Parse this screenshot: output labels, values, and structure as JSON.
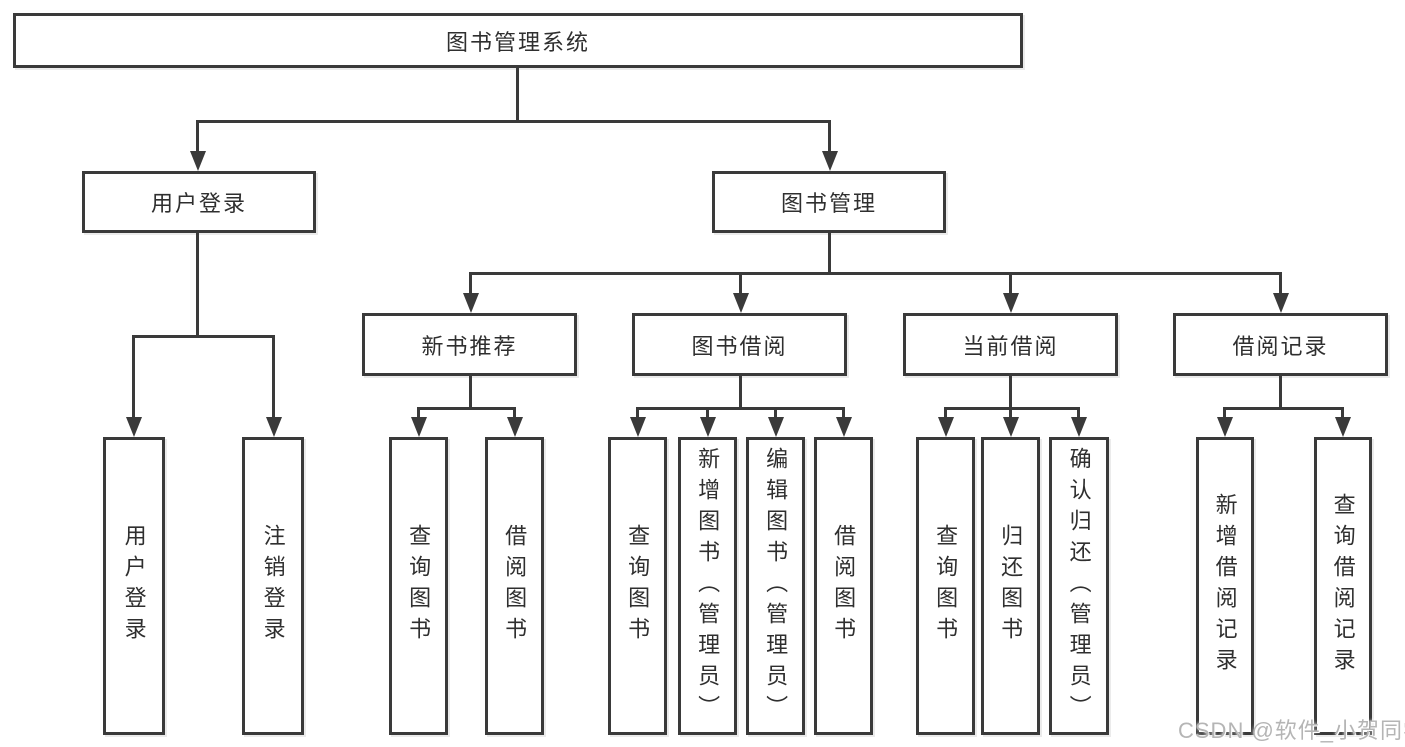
{
  "tree": {
    "root": {
      "label": "图书管理系统"
    },
    "branches": [
      {
        "label": "用户登录",
        "leaves": [
          {
            "label": "用户登录"
          },
          {
            "label": "注销登录"
          }
        ]
      },
      {
        "label": "图书管理",
        "groups": [
          {
            "label": "新书推荐",
            "leaves": [
              {
                "label": "查询图书"
              },
              {
                "label": "借阅图书"
              }
            ]
          },
          {
            "label": "图书借阅",
            "leaves": [
              {
                "label": "查询图书"
              },
              {
                "label": "新增图书（管理员）"
              },
              {
                "label": "编辑图书（管理员）"
              },
              {
                "label": "借阅图书"
              }
            ]
          },
          {
            "label": "当前借阅",
            "leaves": [
              {
                "label": "查询图书"
              },
              {
                "label": "归还图书"
              },
              {
                "label": "确认归还（管理员）"
              }
            ]
          },
          {
            "label": "借阅记录",
            "leaves": [
              {
                "label": "新增借阅记录"
              },
              {
                "label": "查询借阅记录"
              }
            ]
          }
        ]
      }
    ]
  },
  "watermark": {
    "text": "CSDN @软件_小贺同学"
  },
  "colors": {
    "line": "#3a3a3a",
    "text": "#2f2f2f",
    "watermark": "#b5b5b5",
    "background": "#ffffff"
  }
}
